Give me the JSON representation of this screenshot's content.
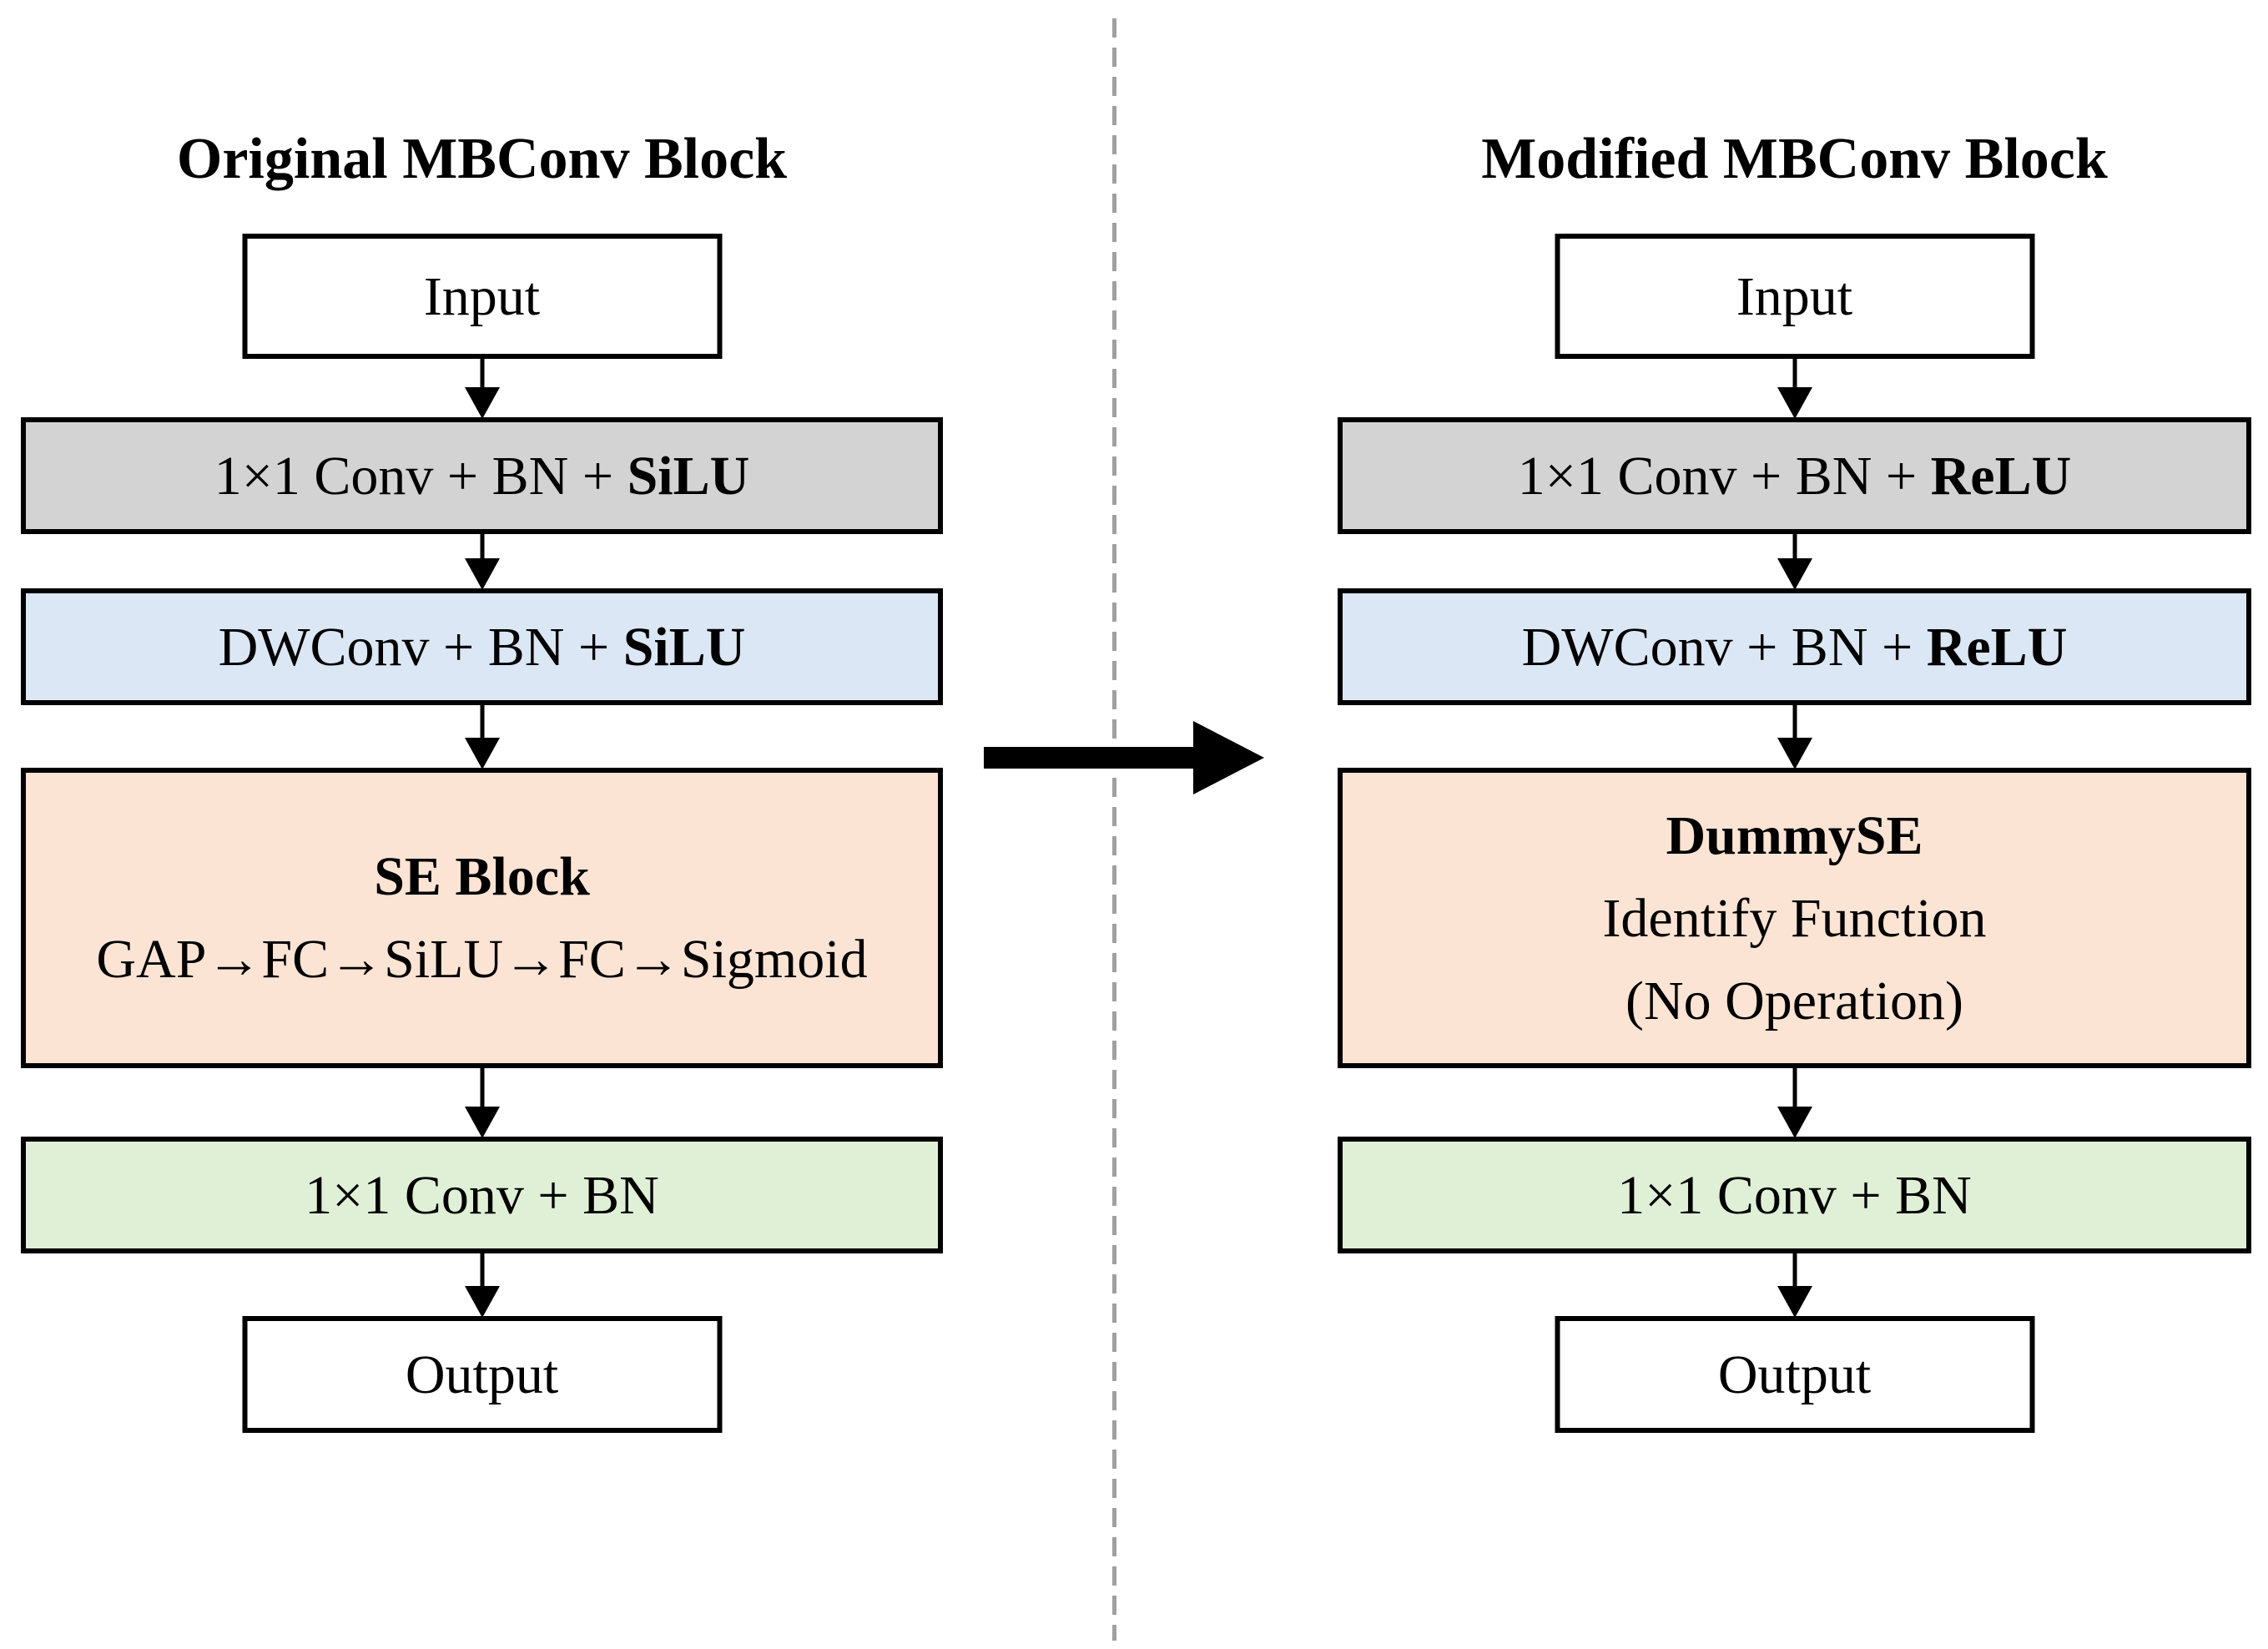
{
  "colors": {
    "conv_fill": "#d3d3d3",
    "dwconv_fill": "#dbe7f4",
    "se_fill": "#fce4d4",
    "project_fill": "#dff0d6",
    "io_fill": "#ffffff",
    "border": "#000000",
    "divider": "#a0a0a0",
    "arrow": "#000000"
  },
  "left": {
    "title": "Original MBConv Block",
    "input_label": "Input",
    "conv1": {
      "text": "1×1 Conv + BN + ",
      "bold": "SiLU"
    },
    "dwconv": {
      "text": "DWConv + BN + ",
      "bold": "SiLU"
    },
    "se": {
      "line1_bold": "SE Block",
      "line2": "GAP→FC→SiLU→FC→Sigmoid"
    },
    "conv2": {
      "text": "1×1 Conv + BN",
      "bold": ""
    },
    "output_label": "Output"
  },
  "right": {
    "title": "Modified MBConv Block",
    "input_label": "Input",
    "conv1": {
      "text": "1×1 Conv + BN + ",
      "bold": "ReLU"
    },
    "dwconv": {
      "text": "DWConv + BN + ",
      "bold": "ReLU"
    },
    "se": {
      "line1_bold": "DummySE",
      "line2": "Identify Function",
      "line3": "(No Operation)"
    },
    "conv2": {
      "text": "1×1 Conv + BN",
      "bold": ""
    },
    "output_label": "Output"
  }
}
